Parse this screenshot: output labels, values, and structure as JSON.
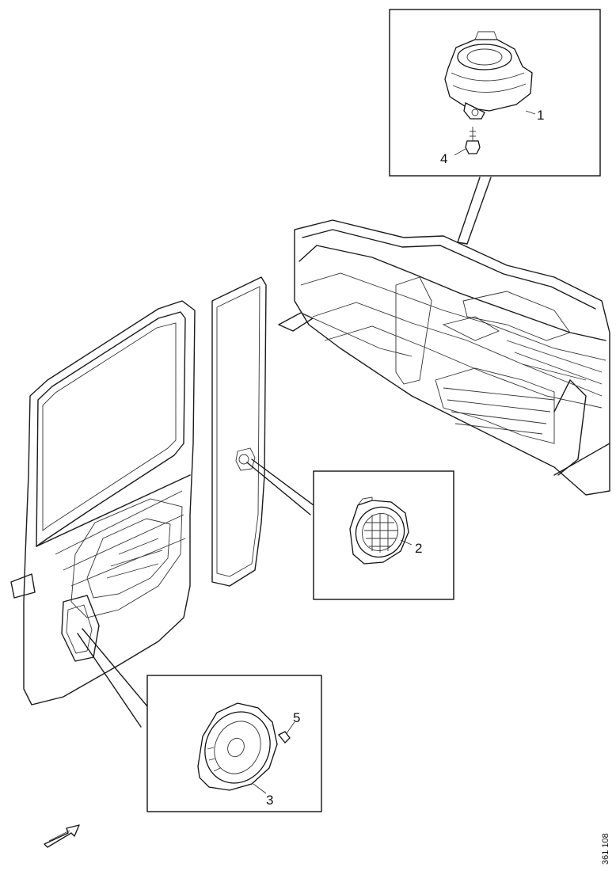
{
  "callouts": {
    "c1": "1",
    "c2": "2",
    "c3": "3",
    "c4": "4",
    "c5": "5"
  },
  "reference_code": "361 108",
  "icons": {
    "direction_arrow": "forward-arrow-icon"
  }
}
